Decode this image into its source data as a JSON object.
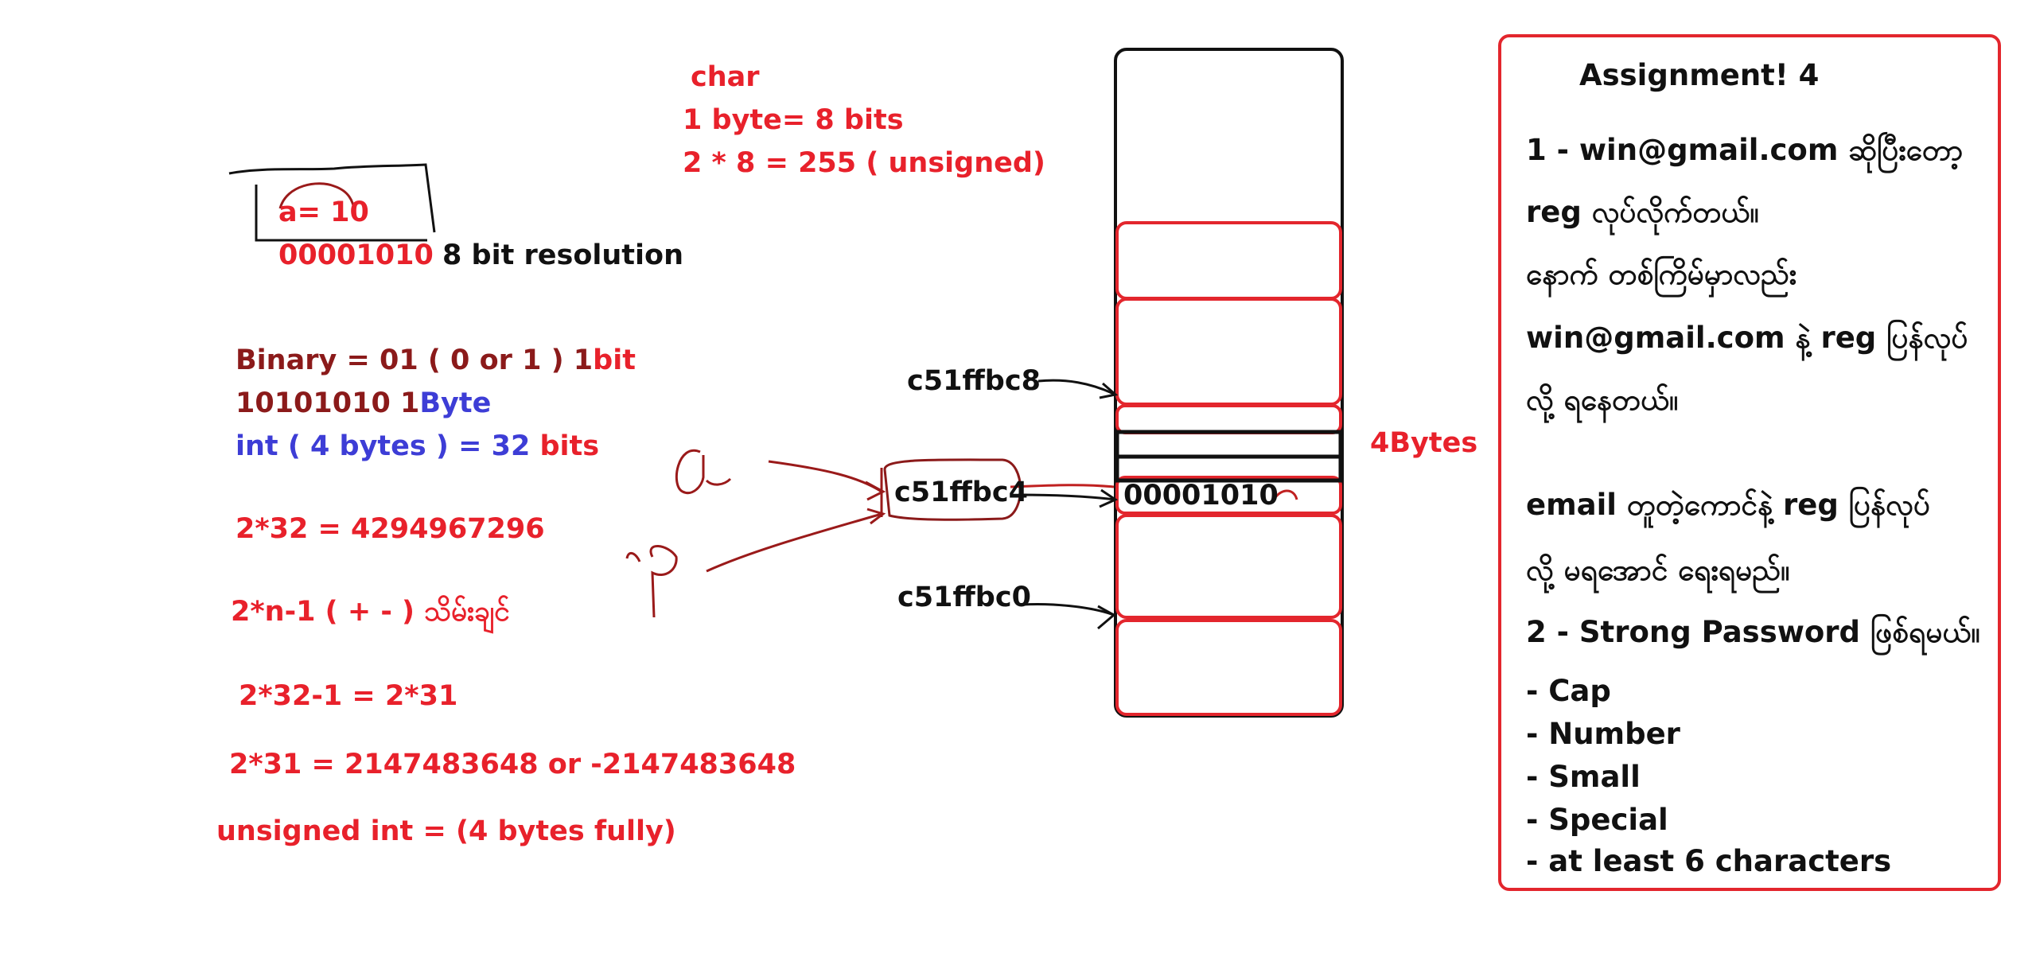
{
  "colors": {
    "red": "#e8212b",
    "dark_red": "#8b1a1a",
    "blue": "#3d3dd6",
    "black": "#111111",
    "memory_box_red": "#e3262d"
  },
  "char_notes": {
    "title": "char",
    "line1": "1 byte= 8 bits",
    "line2": "2 * 8 = 255 ( unsigned)"
  },
  "variable": {
    "assign": "a= 10",
    "binary": "00001010",
    "resolution": "8 bit resolution"
  },
  "binary_notes": {
    "line1_a": "Binary = 01 ( 0 or 1 ) 1",
    "line1_b": "bit",
    "line2_a": "10101010 1",
    "line2_b": "Byte",
    "line3_a": "int ( 4 bytes ) = 32 ",
    "line3_b": "bits"
  },
  "math_notes": {
    "pow32": "2*32 = 4294967296",
    "signed": "2*n-1 ( + - ) သိမ်းချင်",
    "minus1": "2*32-1 = 2*31",
    "range": "2*31 = 2147483648 or -2147483648",
    "unsigned": "unsigned int = (4 bytes fully)"
  },
  "memory": {
    "addr1": "c51ffbc8",
    "addr2": "c51ffbc4",
    "addr3": "c51ffbc0",
    "cell_value": "00001010",
    "size_label": "4Bytes"
  },
  "assignment": {
    "title": "Assignment! 4",
    "l1": "1 - win@gmail.com ဆိုပြီးတော့",
    "l2": "reg လုပ်လိုက်တယ်။",
    "l3": "နောက် တစ်ကြိမ်မှာလည်း",
    "l4": "win@gmail.com နဲ့ reg ပြန်လုပ်",
    "l5": "လို့ ရနေတယ်။",
    "l6": "email တူတဲ့ကောင်နဲ့ reg ပြန်လုပ်",
    "l7": "လို့ မရအောင် ရေးရမည်။",
    "l8": "2 - Strong Password ဖြစ်ရမယ်။",
    "rules": [
      "- Cap",
      "- Number",
      "- Small",
      "- Special",
      "- at least 6 characters"
    ]
  }
}
